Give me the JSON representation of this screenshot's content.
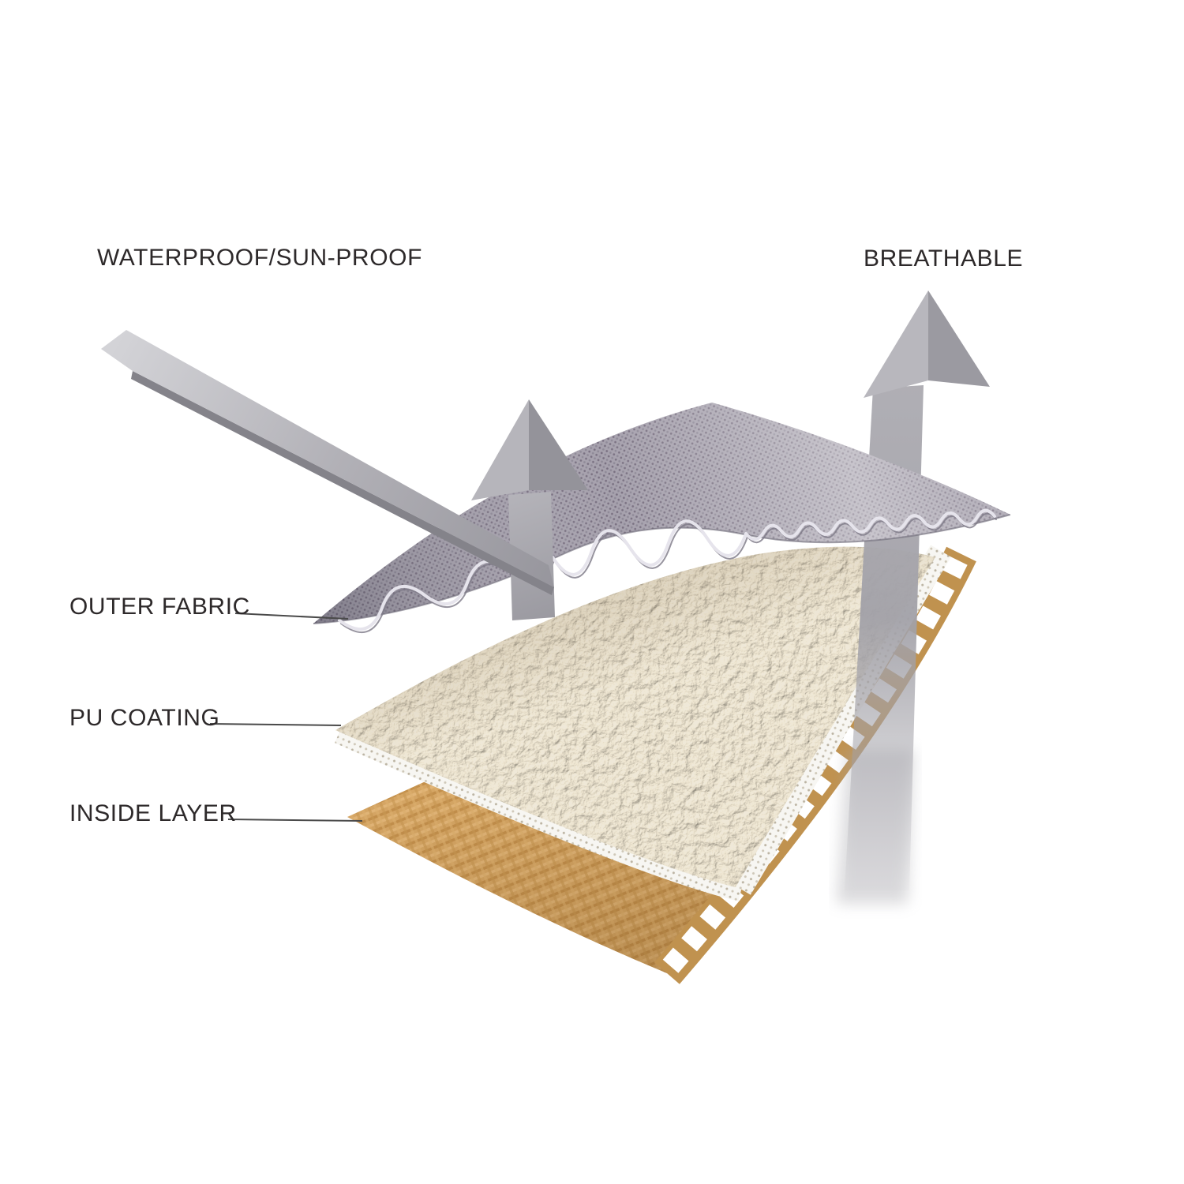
{
  "diagram": {
    "annotations": {
      "top_left": "WATERPROOF/SUN-PROOF",
      "top_right": "BREATHABLE"
    },
    "layer_labels": [
      {
        "id": "outer-fabric",
        "text": "OUTER FABRIC"
      },
      {
        "id": "pu-coating",
        "text": "PU COATING"
      },
      {
        "id": "inside-layer",
        "text": "INSIDE LAYER"
      }
    ],
    "colors": {
      "arrow_gray": "#a5a4ab",
      "mesh_gray": "#a29daa",
      "fleece_cream": "#ede5d5",
      "pu_white": "#f7f6f2",
      "inside_tan": "#d9a967",
      "text": "#2d292a"
    }
  }
}
